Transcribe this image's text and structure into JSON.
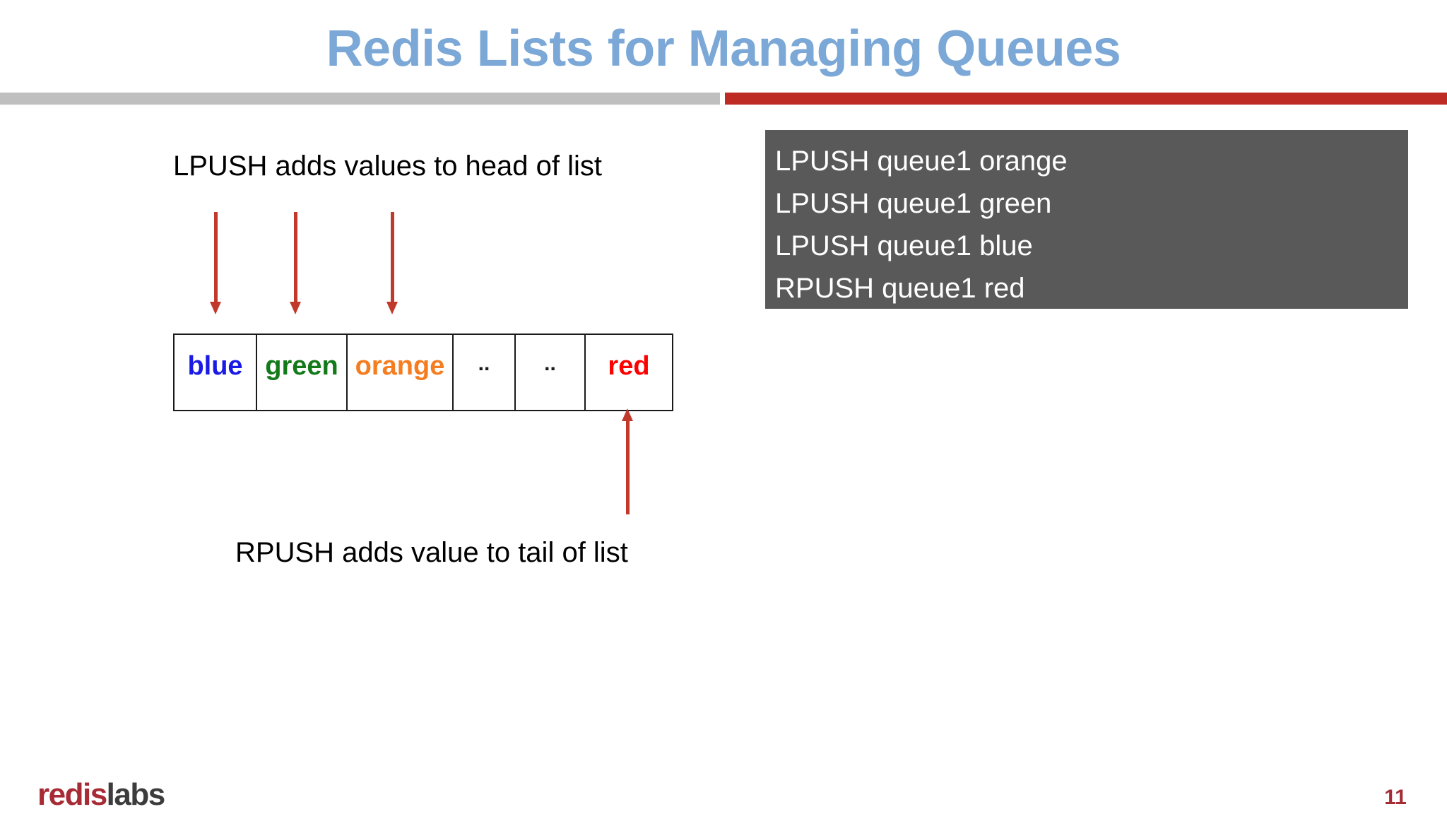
{
  "slide": {
    "title": "Redis Lists for Managing Queues",
    "page_number": "11",
    "title_color": "#7BA8D6",
    "rule_gray": "#BFBFBF",
    "rule_red": "#BE2B24"
  },
  "diagram": {
    "lpush_caption": "LPUSH adds values to head of list",
    "rpush_caption": "RPUSH adds value to tail of list",
    "arrow_color": "#C0392B",
    "list_cells": [
      {
        "label": "blue",
        "color": "#1A1AE6",
        "width": 117,
        "kind": "value"
      },
      {
        "label": "green",
        "color": "#137A1A",
        "width": 128,
        "kind": "value"
      },
      {
        "label": "orange",
        "color": "#F57C1F",
        "width": 150,
        "kind": "value"
      },
      {
        "label": "..",
        "color": "#1a1a1a",
        "width": 88,
        "kind": "ellipsis"
      },
      {
        "label": "..",
        "color": "#1a1a1a",
        "width": 99,
        "kind": "ellipsis"
      },
      {
        "label": "red",
        "color": "#FF0000",
        "width": 122,
        "kind": "value"
      }
    ]
  },
  "code_block": {
    "background": "#595959",
    "text_color": "#FFFFFF",
    "lines": [
      "LPUSH queue1 orange",
      "LPUSH queue1 green",
      "LPUSH queue1 blue",
      "RPUSH queue1 red"
    ]
  },
  "footer": {
    "logo_part1": "redis",
    "logo_part2": "labs",
    "logo_color1": "#A72B35",
    "logo_color2": "#3C3C3C"
  }
}
